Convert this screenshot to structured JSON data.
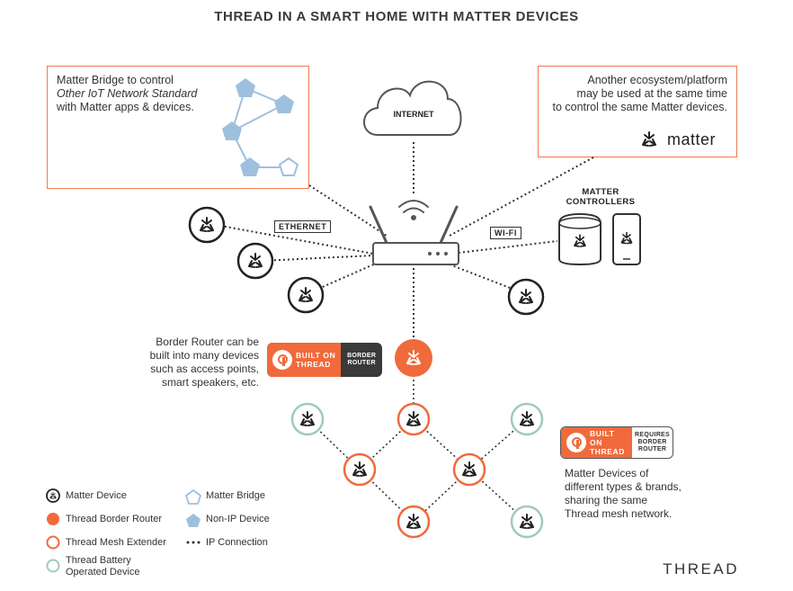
{
  "title": "THREAD IN A SMART HOME WITH MATTER DEVICES",
  "bridge_box": {
    "line1": "Matter Bridge to control",
    "line2": "Other IoT Network Standard",
    "line3": "with Matter apps & devices."
  },
  "eco_box": {
    "line1": "Another ecosystem/platform",
    "line2": "may be used at the same time",
    "line3": "to control the same Matter devices.",
    "logo_text": "matter"
  },
  "cloud_label": "INTERNET",
  "ethernet_label": "ETHERNET",
  "wifi_label": "WI-FI",
  "controllers_label": {
    "line1": "MATTER",
    "line2": "CONTROLLERS"
  },
  "border_router_note": {
    "line1": "Border Router can be",
    "line2": "built into many devices",
    "line3": "such as access points,",
    "line4": "smart speakers, etc."
  },
  "badge_border_router": {
    "line1": "BUILT ON",
    "line2": "THREAD",
    "side1": "BORDER",
    "side2": "ROUTER"
  },
  "badge_requires": {
    "line1": "BUILT ON",
    "line2": "THREAD",
    "side1": "REQUIRES",
    "side2": "BORDER",
    "side3": "ROUTER"
  },
  "devices_note": {
    "line1": "Matter Devices of",
    "line2": "different types & brands,",
    "line3": "sharing the same",
    "line4": "Thread mesh network."
  },
  "legend": {
    "matter_device": "Matter Device",
    "border_router": "Thread Border Router",
    "mesh_extender": "Thread Mesh Extender",
    "battery_line1": "Thread Battery",
    "battery_line2": "Operated Device",
    "matter_bridge": "Matter Bridge",
    "non_ip": "Non-IP Device",
    "ip_connection": "IP Connection"
  },
  "brand": "THREAD",
  "colors": {
    "orange": "#f06a3c",
    "box_border": "#f07a4f",
    "teal": "#9fcbb8",
    "pentagon_blue": "#9ec0df",
    "dark": "#333333"
  }
}
